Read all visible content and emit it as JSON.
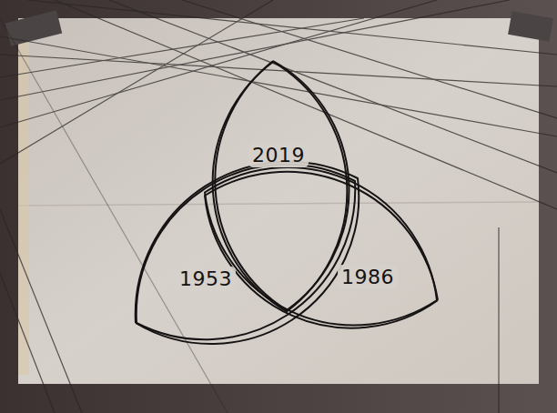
{
  "diagram": {
    "nodes": [
      {
        "text": [
          "2019"
        ]
      },
      {
        "text": [
          "1953"
        ]
      },
      {
        "text": [
          "1986"
        ]
      }
    ]
  }
}
